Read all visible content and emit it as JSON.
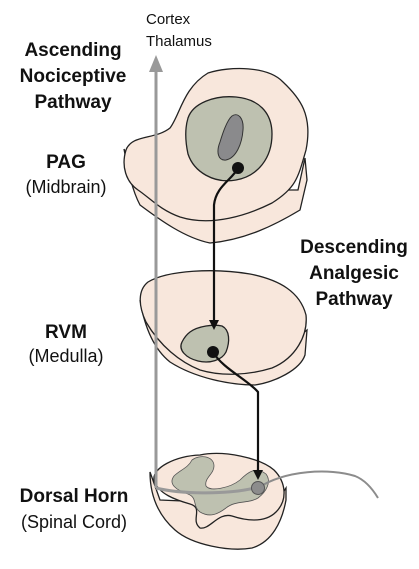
{
  "ascending": {
    "title_lines": [
      "Ascending",
      "Nociceptive",
      "Pathway"
    ],
    "target_lines": [
      "Cortex",
      "Thalamus"
    ]
  },
  "descending": {
    "title_lines": [
      "Descending",
      "Analgesic",
      "Pathway"
    ]
  },
  "levels": [
    {
      "name": "PAG",
      "region": "(Midbrain)"
    },
    {
      "name": "RVM",
      "region": "(Medulla)"
    },
    {
      "name": "Dorsal Horn",
      "region": "(Spinal Cord)"
    }
  ],
  "colors": {
    "section_fill": "#f8e7dc",
    "section_stroke": "#222222",
    "nucleus_fill": "#bec1b0",
    "aqueduct_fill": "#8a8a8c",
    "ascending_arrow": "#999999",
    "descending_path": "#111111",
    "afferent_fiber": "#8c8c8c"
  }
}
